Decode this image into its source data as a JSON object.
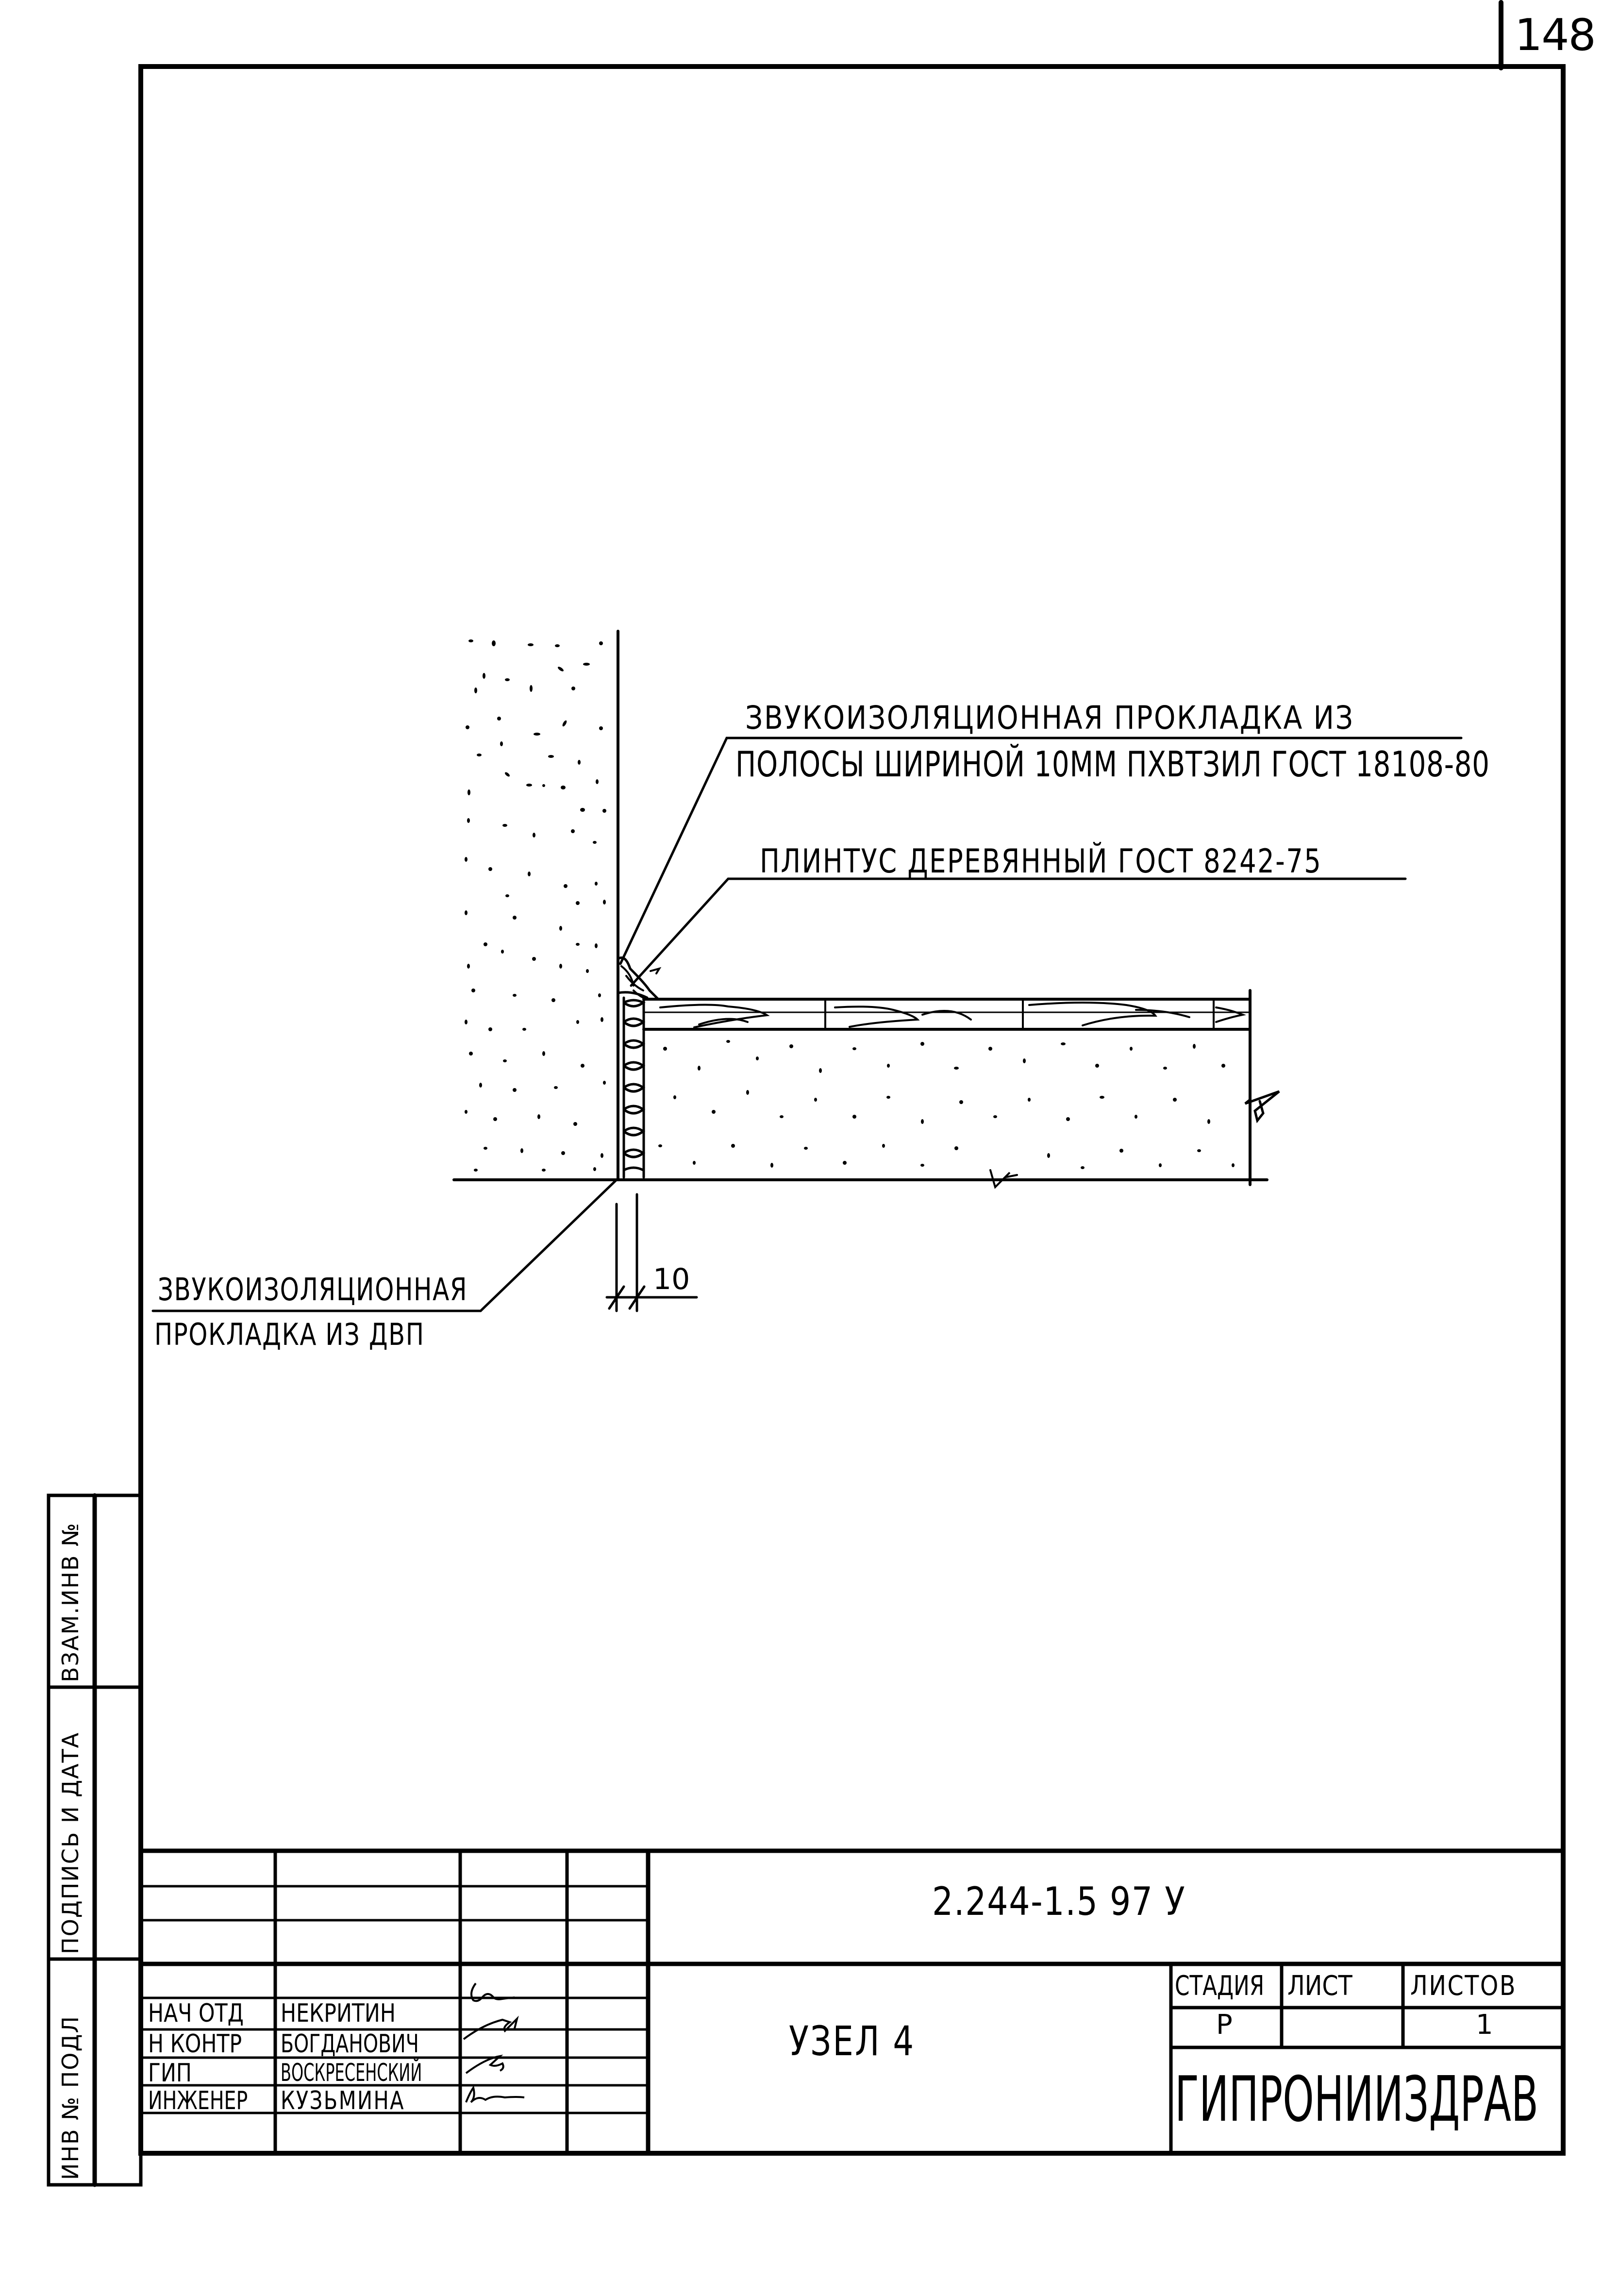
{
  "sheet": {
    "page_number": "148"
  },
  "side_stamp": {
    "labels": [
      "ВЗАМ.ИНВ №",
      "ПОДПИСЬ И ДАТА",
      "ИНВ № ПОДЛ"
    ]
  },
  "drawing": {
    "callout_top": {
      "line1": "ЗВУКОИЗОЛЯЦИОННАЯ  ПРОКЛАДКА ИЗ",
      "line2": "ПОЛОСЫ ШИРИНОЙ 10ММ ПХВТЗИЛ ГОСТ 18108-80"
    },
    "callout_baseboard": {
      "line1": "ПЛИНТУС ДЕРЕВЯННЫЙ ГОСТ 8242-75"
    },
    "callout_bottom": {
      "line1": "ЗВУКОИЗОЛЯЦИОННАЯ",
      "line2": "ПРОКЛАДКА ИЗ ДВП"
    },
    "dimension": {
      "value": "10"
    }
  },
  "title_block": {
    "document_code": "2.244-1.5 97 У",
    "drawing_title": "УЗЕЛ 4",
    "organization": "ГИПРОНИИЗДРАВ",
    "stage": {
      "headers": [
        "СТАДИЯ",
        "ЛИСТ",
        "ЛИСТОВ"
      ],
      "values": [
        "Р",
        "",
        "1"
      ]
    },
    "signatures": [
      {
        "role": "НАЧ ОТД",
        "name": "НЕКРИТИН"
      },
      {
        "role": "Н КОНТР",
        "name": "БОГДАНОВИЧ"
      },
      {
        "role": "ГИП",
        "name": "ВОСКРЕСЕНСКИЙ"
      },
      {
        "role": "ИНЖЕНЕР",
        "name": "КУЗЬМИНА"
      }
    ]
  }
}
